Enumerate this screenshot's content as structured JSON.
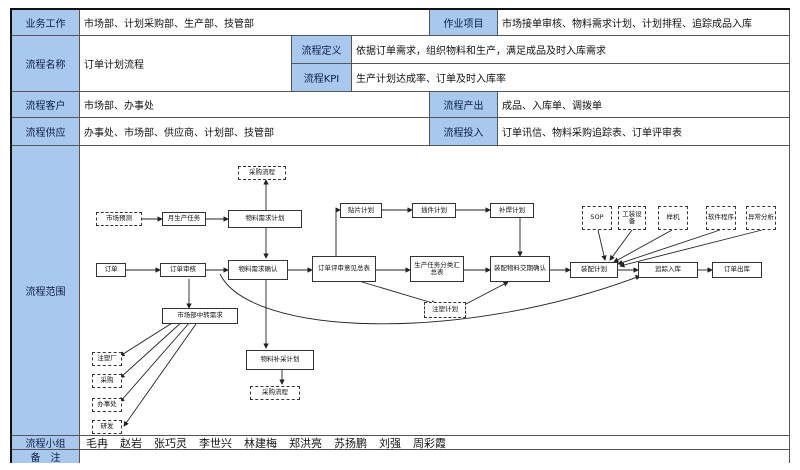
{
  "labels": {
    "biz": "业务工作",
    "job": "作业项目",
    "name": "流程名称",
    "def": "流程定义",
    "kpi": "流程KPI",
    "customer": "流程客户",
    "output": "流程产出",
    "supply": "流程供应",
    "input": "流程投入",
    "scope": "流程范围",
    "team": "流程小组",
    "remark": "备　注"
  },
  "values": {
    "biz": "市场部、计划采购部、生产部、技管部",
    "job": "市场接单审核、物料需求计划、计划排程、追踪成品入库",
    "name": "订单计划流程",
    "def": "依据订单需求，组织物料和生产，满足成品及时入库需求",
    "kpi": "生产计划达成率、订单及时入库率",
    "customer": "市场部、办事处",
    "output": "成品、入库单、调拨单",
    "supply": "办事处、市场部、供应商、计划部、技管部",
    "input": "订单讯信、物料采购追踪表、订单评审表",
    "remark": ""
  },
  "team": [
    "毛冉",
    "赵岩",
    "张巧灵",
    "李世兴",
    "林建梅",
    "郑洪亮",
    "苏扬鹏",
    "刘强",
    "周彩霞"
  ],
  "flow": {
    "caigou_top": "采购流程",
    "shichang_yuce": "市场预测",
    "yue_shengchan": "月生产任务",
    "wuliao_xuqiu": "物料需求计划",
    "dingdan": "订单",
    "dingdan_shenhe": "订单审核",
    "wuliao_queren": "物料需求确认",
    "tiepian": "贴片计划",
    "chajian": "插件计划",
    "buhan": "补焊计划",
    "pingshen": "订单评审意见总表",
    "renwu_fenpei": "生产任务分类汇总表",
    "zhuangpei_wuliao": "装配物料交期确认",
    "sop": "SOP",
    "gongzhuang": "工装设备",
    "yangji": "样机",
    "ruanjian": "软件程序",
    "yichang": "异常分析",
    "zhuangpei_jihua": "装配计划",
    "zhuizong": "追踪入库",
    "chuku": "订单出库",
    "zhongzhuan": "市场部中转需求",
    "zhusu_mid": "注塑计划",
    "zhusuchang": "注塑厂",
    "caigou_left": "采购",
    "banshichu": "办事处",
    "yanfa": "研发",
    "buchai": "物料补采计划",
    "caigou_bottom": "采购流程"
  }
}
